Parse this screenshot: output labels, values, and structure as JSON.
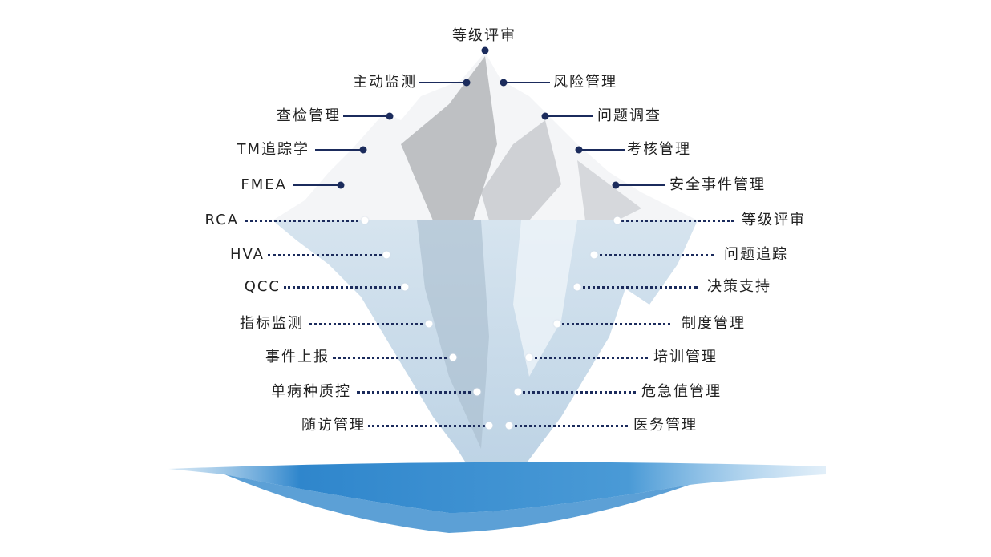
{
  "title": "等级评审",
  "above_water": {
    "left": [
      "主动监测",
      "查检管理",
      "TM追踪学",
      "FMEA"
    ],
    "right": [
      "风险管理",
      "问题调查",
      "考核管理",
      "安全事件管理"
    ]
  },
  "below_water": {
    "left": [
      "RCA",
      "HVA",
      "QCC",
      "指标监测",
      "事件上报",
      "单病种质控",
      "随访管理"
    ],
    "right": [
      "等级评审",
      "问题追踪",
      "决策支持",
      "制度管理",
      "培训管理",
      "危急值管理",
      "医务管理"
    ]
  },
  "colors": {
    "line": "#1b2b5c",
    "water": "#3f8fcf",
    "ice_below": "#c9dbe9",
    "ice_above": "#e8eaee"
  }
}
